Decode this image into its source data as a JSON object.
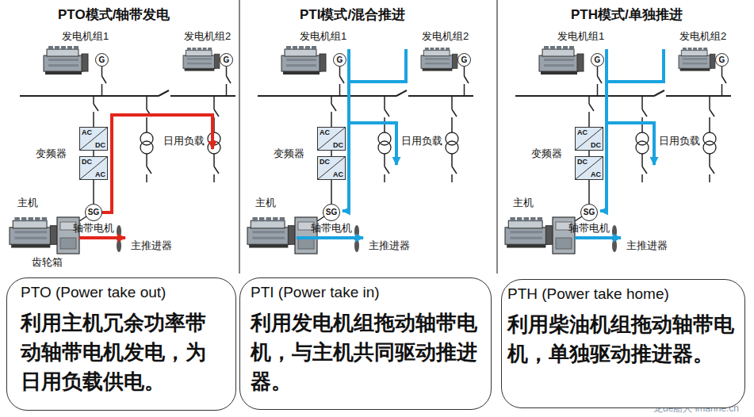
{
  "diagram": {
    "nodes": [
      {
        "text": [
          "G"
        ]
      },
      {
        "text": [
          "G"
        ]
      },
      {
        "text": [
          "AC",
          "DC"
        ]
      },
      {
        "text": [
          "DC",
          "AC"
        ]
      },
      {
        "text": [
          "SG"
        ]
      },
      {
        "text": [
          "PTO (Power take out)",
          "利用主机冗余功率带动轴带电机发电，为日用负载供电。"
        ]
      },
      {
        "text": [
          "G"
        ]
      },
      {
        "text": [
          "G"
        ]
      },
      {
        "text": [
          "AC",
          "DC"
        ]
      },
      {
        "text": [
          "DC",
          "AC"
        ]
      },
      {
        "text": [
          "SG"
        ]
      },
      {
        "text": [
          "PTI (Power take in)",
          "利用发电机组拖动轴带电机，与主机共同驱动推进器。"
        ]
      },
      {
        "text": [
          "G"
        ]
      },
      {
        "text": [
          "G"
        ]
      },
      {
        "text": [
          "AC",
          "DC"
        ]
      },
      {
        "text": [
          "DC",
          "AC"
        ]
      },
      {
        "text": [
          "SG"
        ]
      },
      {
        "text": [
          "PTH (Power take home)",
          "利用柴油机组拖动轴带电机，单独驱动推进器。"
        ]
      }
    ],
    "edges": [
      {
        "from": 2,
        "to": 3,
        "arrow": "none"
      },
      {
        "from": 3,
        "to": 4,
        "arrow": "none"
      },
      {
        "from": 8,
        "to": 9,
        "arrow": "none"
      },
      {
        "from": 9,
        "to": 10,
        "arrow": "none"
      },
      {
        "from": 14,
        "to": 15,
        "arrow": "none"
      },
      {
        "from": 15,
        "to": 16,
        "arrow": "none"
      }
    ],
    "labels": [
      "PTO模式/轴带发电",
      "PTI模式/混合推进",
      "PTH模式/单独推进",
      "发电机组1",
      "发电机组2",
      "变频器",
      "日用负载",
      "主机",
      "轴带电机",
      "主推进器",
      "齿轮箱",
      "发电机组1",
      "发电机组2",
      "变频器",
      "日用负载",
      "主机",
      "轴带电机",
      "主推进器",
      "发电机组1",
      "发电机组2",
      "变频器",
      "日用负载",
      "主机",
      "轴带电机",
      "主推进器",
      "龙de船人 imarine.cn"
    ]
  }
}
